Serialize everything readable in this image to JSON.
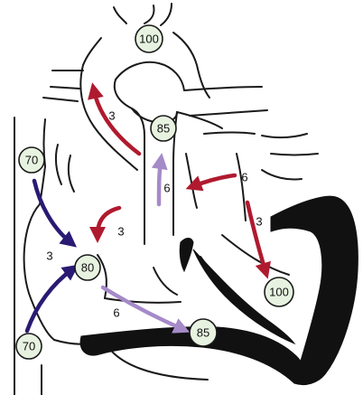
{
  "colors": {
    "red_arrow": "#b01a2e",
    "blue_arrow": "#2b1a73",
    "lilac_arrow": "#a58ac8",
    "saturation_bg": "#e7f3e0",
    "outline": "#1a1a1a"
  },
  "saturations": {
    "aorta": "100",
    "pulmonary_artery": "85",
    "svc": "70",
    "right_atrium": "80",
    "ivc": "70",
    "right_ventricle": "85",
    "left_ventricle": "100"
  },
  "flows": {
    "aorta": "3",
    "left_atrium_inflow": "6",
    "right_atrium_to_pa": "3",
    "pulmonary_artery": "6",
    "left_ventricle": "3",
    "svc_ivc": "3",
    "right_ventricle": "6"
  }
}
